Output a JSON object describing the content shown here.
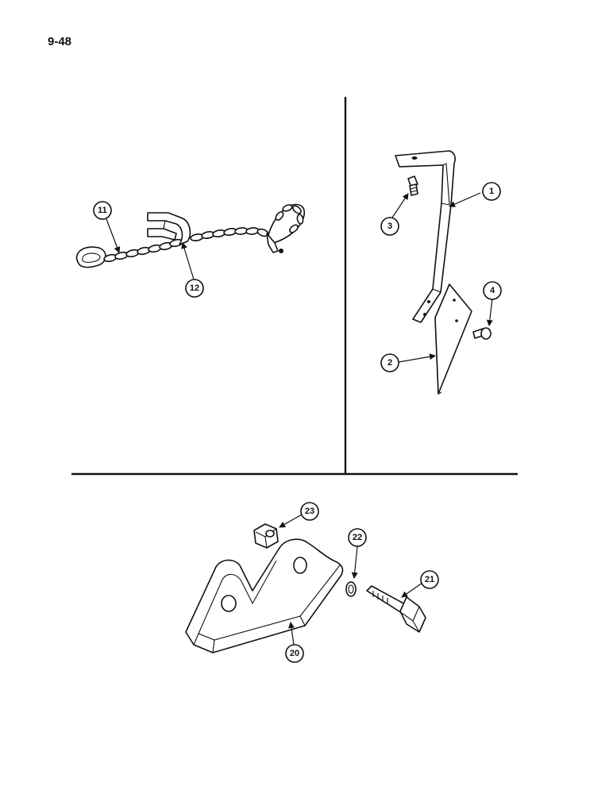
{
  "page_number": "9-48",
  "callouts": {
    "c1": "1",
    "c2": "2",
    "c3": "3",
    "c4": "4",
    "c11": "11",
    "c12": "12",
    "c20": "20",
    "c21": "21",
    "c22": "22",
    "c23": "23"
  }
}
